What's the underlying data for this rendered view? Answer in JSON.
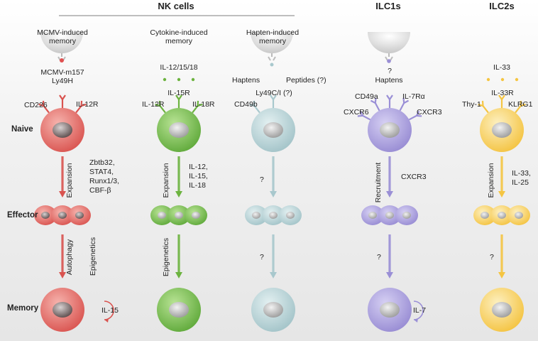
{
  "header": {
    "nk_title": "NK cells",
    "ilc1_title": "ILC1s",
    "ilc2_title": "ILC2s"
  },
  "rows": {
    "naive": "Naive",
    "effector": "Effector",
    "memory": "Memory"
  },
  "colors": {
    "red": "#d9534f",
    "green": "#6cb33f",
    "lightblue": "#a8c8cd",
    "purple": "#9a8fd6",
    "yellow": "#f5c542"
  },
  "columns": {
    "mcmv": {
      "title_line1": "MCMV-induced",
      "title_line2": "memory",
      "antigen": "MCMV-m157",
      "receptor": "Ly49H",
      "left_receptor": "CD226",
      "right_receptor": "IL-12R",
      "arrow1_label": "Expansion",
      "arrow1_factors": [
        "Zbtb32,",
        "STAT4,",
        "Runx1/3,",
        "CBF-β"
      ],
      "arrow2_left": "Autophagy",
      "arrow2_right": "Epigenetics",
      "memory_loop": "IL-15"
    },
    "cytokine": {
      "title_line1": "Cytokine-induced",
      "title_line2": "memory",
      "cytokines": "IL-12/15/18",
      "top_receptor": "IL-15R",
      "left_receptor": "IL-12R",
      "right_receptor": "IL-18R",
      "arrow1_label": "Expansion",
      "arrow1_factors": [
        "IL-12,",
        "IL-15,",
        "IL-18"
      ],
      "arrow2_left": "Epigenetics"
    },
    "hapten": {
      "title_line1": "Hapten-induced",
      "title_line2": "memory",
      "haptens": "Haptens",
      "peptides": "Peptides (?)",
      "receptor": "Ly49C/I (?)",
      "left_receptor": "CD49b",
      "arrow1_q": "?",
      "arrow2_q": "?"
    },
    "ilc1": {
      "haptens": "Haptens",
      "q": "?",
      "r1": "CD49a",
      "r2": "IL-7Rα",
      "r3": "CXCR6",
      "r4": "CXCR3",
      "arrow1_label": "Recruitment",
      "arrow1_right": "CXCR3",
      "arrow2_q": "?",
      "memory_loop": "IL-7"
    },
    "ilc2": {
      "cytokine": "IL-33",
      "top_receptor": "IL-33R",
      "left_receptor": "Thy-1",
      "right_receptor": "KLRG1",
      "arrow1_label": "Expansion",
      "arrow1_factors": [
        "IL-33,",
        "IL-25"
      ],
      "arrow2_q": "?"
    }
  }
}
